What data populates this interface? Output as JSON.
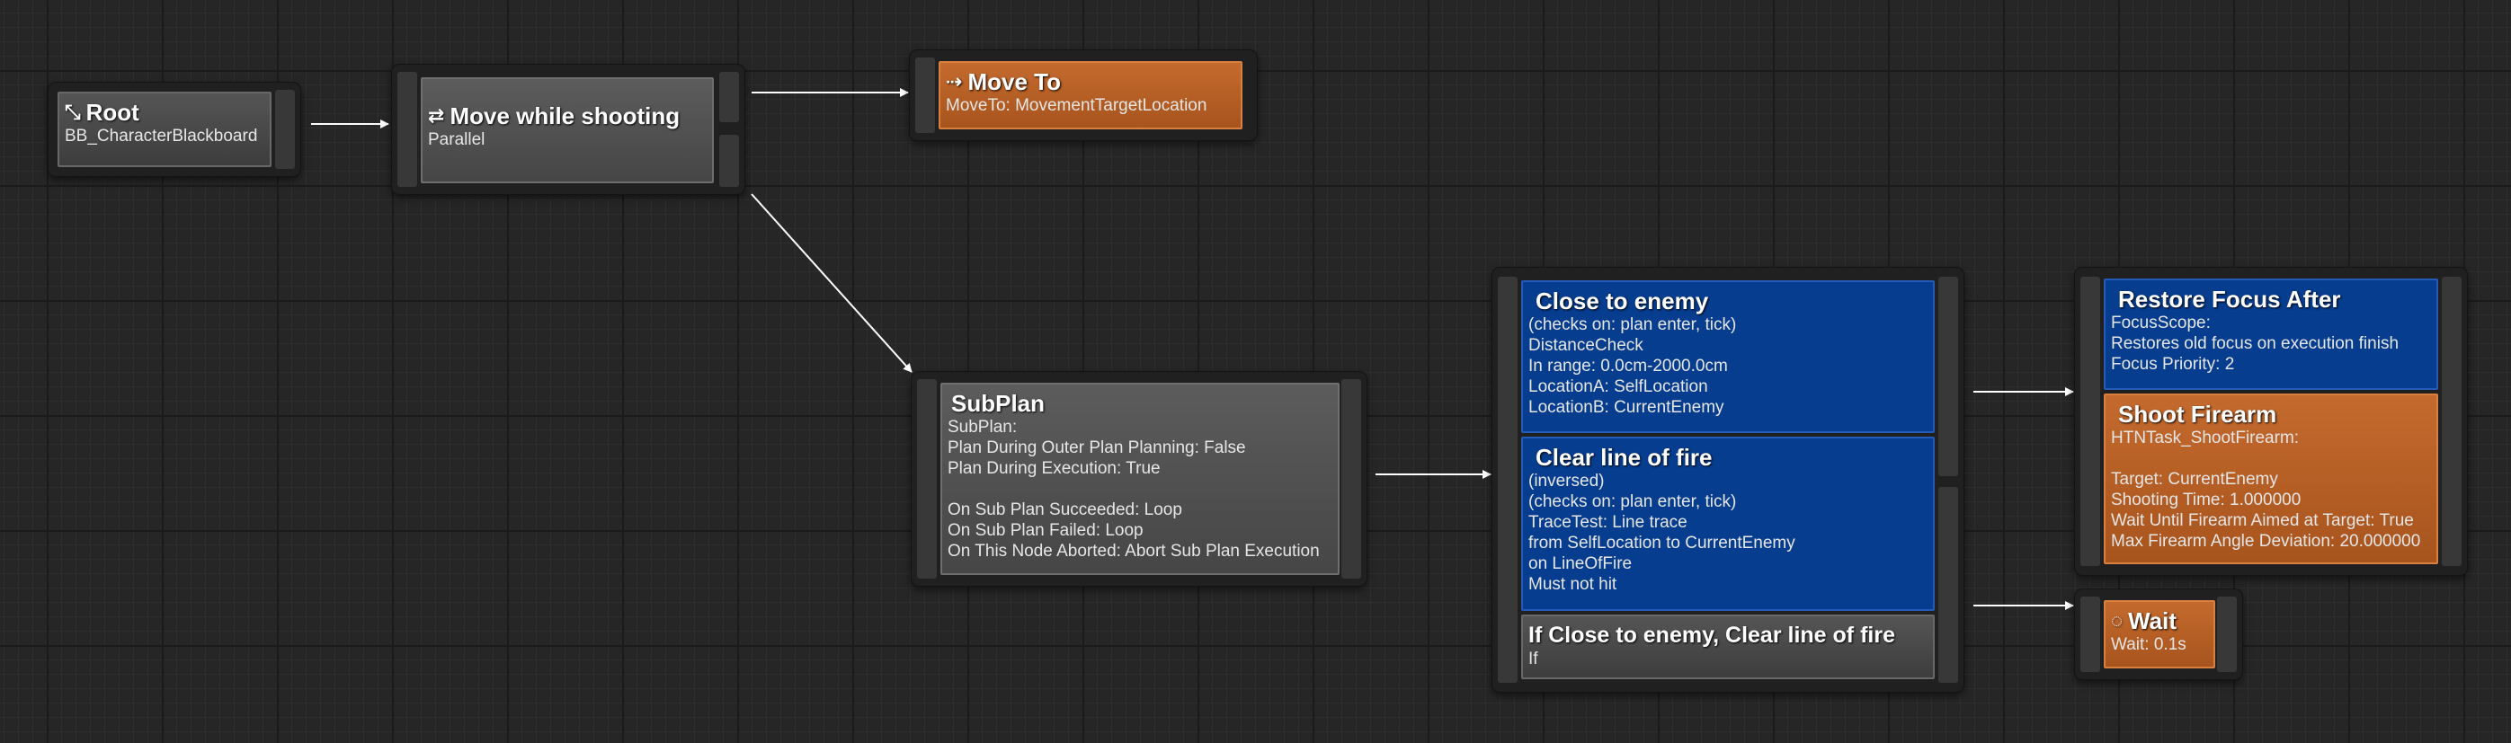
{
  "nodes": {
    "root": {
      "title": "Root",
      "subtitle": "BB_CharacterBlackboard",
      "icon": "root-icon"
    },
    "move_while_shooting": {
      "title": "Move while shooting",
      "subtitle": "Parallel",
      "icon": "parallel-icon"
    },
    "move_to": {
      "title": "Move To",
      "subtitle": "MoveTo: MovementTargetLocation",
      "icon": "move-to-icon"
    },
    "subplan": {
      "title": "SubPlan",
      "lines": [
        "SubPlan:",
        "Plan During Outer Plan Planning: False",
        "Plan During Execution: True",
        "",
        "On Sub Plan Succeeded: Loop",
        "On Sub Plan Failed: Loop",
        "On This Node Aborted: Abort Sub Plan Execution"
      ]
    },
    "close_to_enemy": {
      "title": "Close to enemy",
      "lines": [
        "(checks on: plan enter, tick)",
        "DistanceCheck",
        "In range: 0.0cm-2000.0cm",
        "LocationA: SelfLocation",
        "LocationB: CurrentEnemy"
      ]
    },
    "clear_line_of_fire": {
      "title": "Clear line of fire",
      "lines": [
        "(inversed)",
        "(checks on: plan enter, tick)",
        "TraceTest: Line trace",
        "from SelfLocation to CurrentEnemy",
        "on LineOfFire",
        "Must not hit"
      ]
    },
    "if_node": {
      "title": "If Close to enemy, Clear line of fire",
      "subtitle": "If"
    },
    "restore_focus": {
      "title": "Restore Focus After",
      "lines": [
        "FocusScope:",
        "Restores old focus on execution finish",
        "Focus Priority: 2"
      ]
    },
    "shoot_firearm": {
      "title": "Shoot Firearm",
      "lines": [
        "HTNTask_ShootFirearm:",
        "",
        "Target: CurrentEnemy",
        "Shooting Time: 1.000000",
        "Wait Until Firearm Aimed at Target: True",
        "Max Firearm Angle Deviation: 20.000000"
      ]
    },
    "wait": {
      "title": "Wait",
      "subtitle": "Wait: 0.1s",
      "icon": "wait-icon"
    }
  },
  "colors": {
    "background": "#262626",
    "task_orange": "#b25d22",
    "decorator_blue": "#063d8f",
    "composite_grey": "#4f4f4f",
    "wire": "#ffffff"
  }
}
